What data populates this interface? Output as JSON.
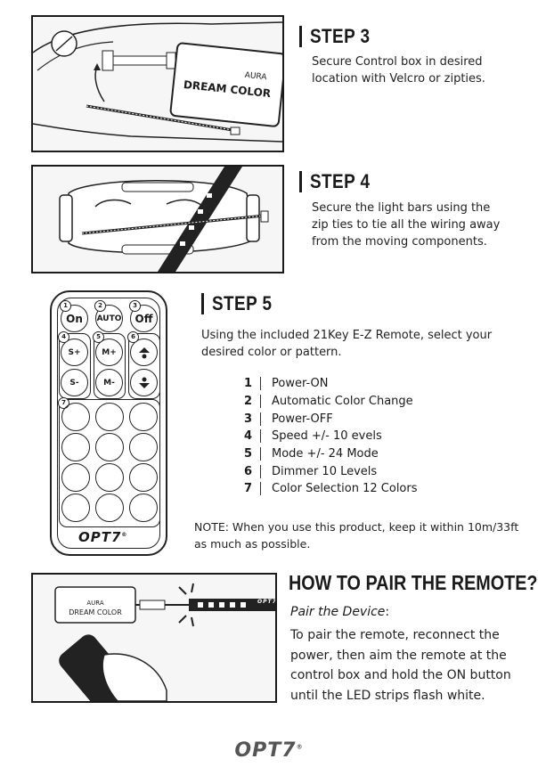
{
  "step3": {
    "title": "STEP 3",
    "text": "Secure Control box in desired location with Velcro or zipties.",
    "box_label_top": "AURA",
    "box_label": "DREAM COLOR"
  },
  "step4": {
    "title": "STEP 4",
    "text": "Secure the light bars using the zip ties to tie all the wiring away from the moving components."
  },
  "step5": {
    "title": "STEP 5",
    "intro": "Using the included 21Key E-Z Remote, select your desired color or pattern.",
    "legend": [
      {
        "num": "1",
        "label": "Power-ON"
      },
      {
        "num": "2",
        "label": "Automatic Color Change"
      },
      {
        "num": "3",
        "label": "Power-OFF"
      },
      {
        "num": "4",
        "label": "Speed +/-  10 evels"
      },
      {
        "num": "5",
        "label": "Mode +/-  24 Mode"
      },
      {
        "num": "6",
        "label": "Dimmer  10 Levels"
      },
      {
        "num": "7",
        "label": "Color Selection  12 Colors"
      }
    ],
    "note": "NOTE: When you use this product, keep it within 10m/33ft as much as possible."
  },
  "remote": {
    "on": "On",
    "auto": "AUTO",
    "off": "Off",
    "s_plus": "S+",
    "m_plus": "M+",
    "s_minus": "S-",
    "m_minus": "M-",
    "b1": "1",
    "b2": "2",
    "b3": "3",
    "b4": "4",
    "b5": "5",
    "b6": "6",
    "b7": "7",
    "logo": "OPT7",
    "logo_mark": "®"
  },
  "pair": {
    "title": "HOW TO PAIR THE REMOTE?",
    "subtitle": "Pair the Device",
    "subtitle_colon": ":",
    "text": "To pair the remote, reconnect the power, then aim the remote at the control box and hold the ON button until the LED strips flash white.",
    "box_label_top": "AURA",
    "box_label": "DREAM COLOR",
    "strip_logo": "OPT7"
  },
  "footer": {
    "logo": "OPT7",
    "logo_mark": "®"
  }
}
